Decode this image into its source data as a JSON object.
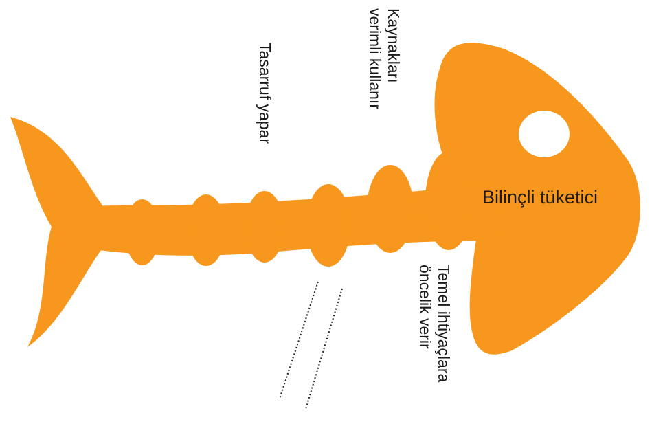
{
  "diagram": {
    "center_label": "Bilinçli tüketici",
    "branches_top": [
      {
        "lines": [
          "Kaynakları",
          "verimli kullanır"
        ]
      },
      {
        "lines": [
          "Tasarruf yapar"
        ]
      }
    ],
    "branches_bottom": [
      {
        "lines": [
          "Temel ihtiyaçlara",
          "öncelik verir"
        ]
      }
    ],
    "blank_answer_lines": 2,
    "colors": {
      "fish": "#F7971D",
      "eye": "#FFFFFF",
      "text": "#1A1A1A"
    }
  }
}
